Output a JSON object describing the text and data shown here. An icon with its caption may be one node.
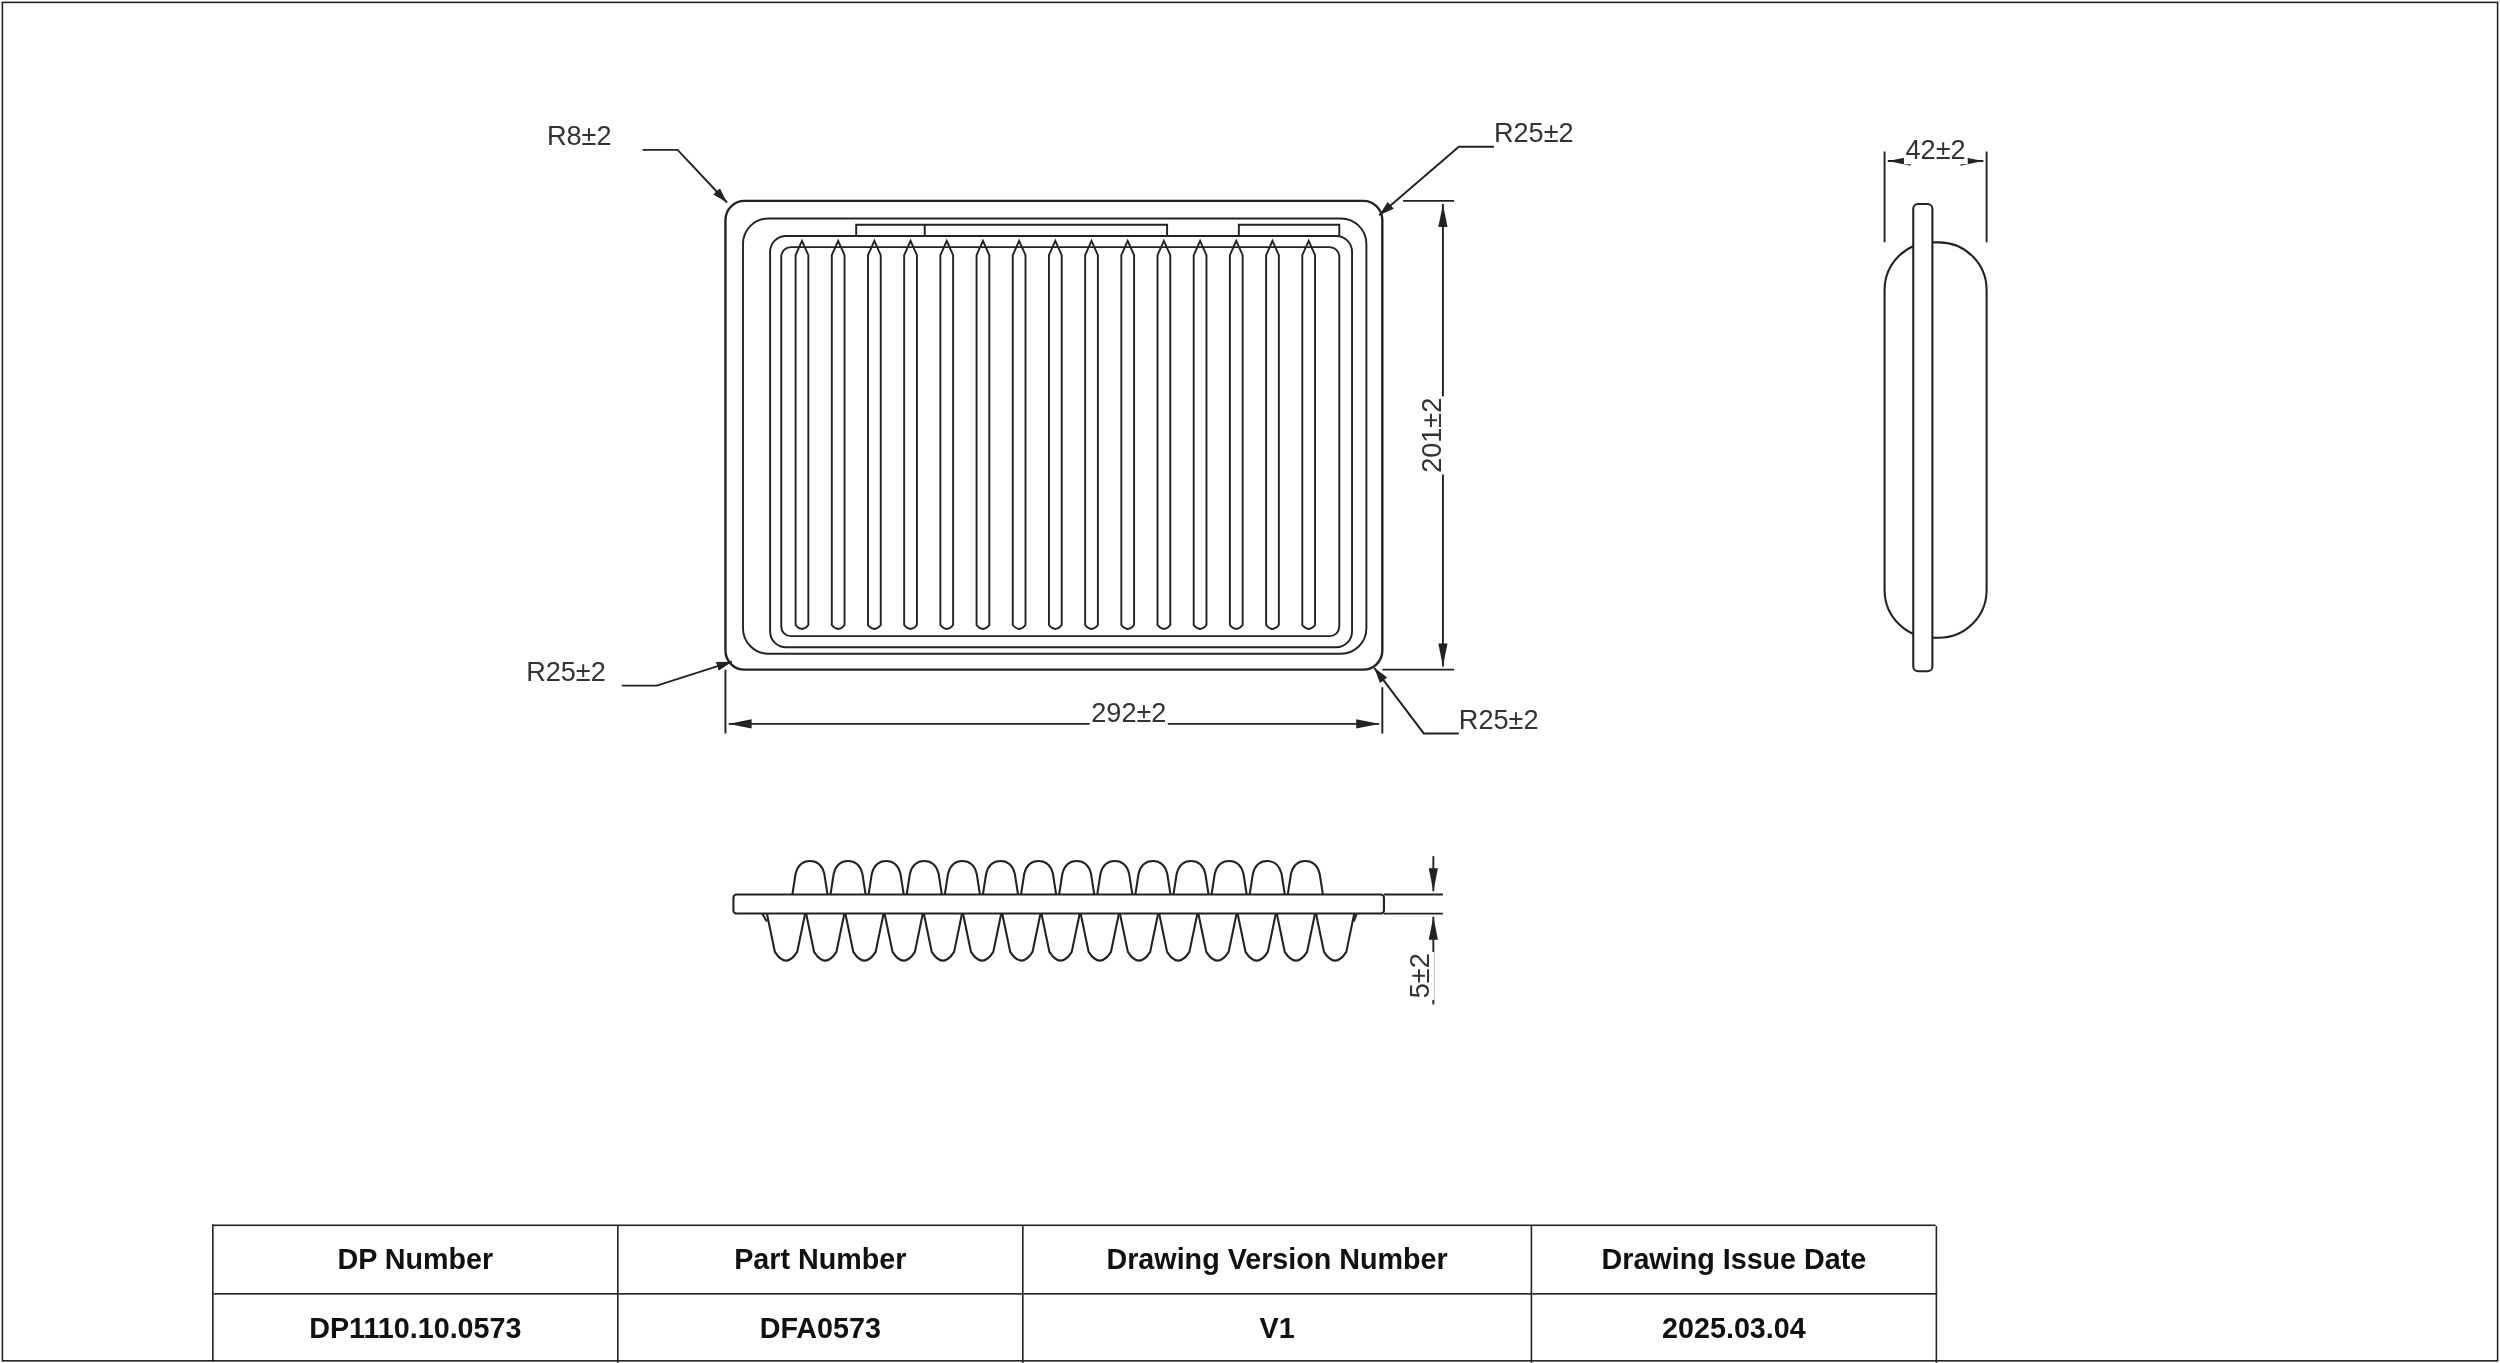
{
  "diagram": {
    "nodes": [
      {
        "text": [
          "R8±2"
        ]
      },
      {
        "text": [
          "R25±2"
        ]
      },
      {
        "text": [
          "R25±2"
        ]
      },
      {
        "text": [
          "R25±2"
        ]
      },
      {
        "text": [],
        "shape": "picture"
      }
    ],
    "edges": [
      {
        "from": 0,
        "to": 4,
        "arrow": "to"
      },
      {
        "from": 1,
        "to": 4,
        "arrow": "to"
      },
      {
        "from": 2,
        "to": 4,
        "arrow": "to"
      },
      {
        "from": 3,
        "to": 4,
        "arrow": "to"
      }
    ],
    "labels": [
      "42±2",
      "201±2",
      "292±2",
      "5±2",
      "DP Number",
      "Part Number",
      "Drawing Version Number",
      "Drawing Issue Date",
      "DP1110.10.0573",
      "DFA0573",
      "V1",
      "2025.03.04"
    ]
  }
}
